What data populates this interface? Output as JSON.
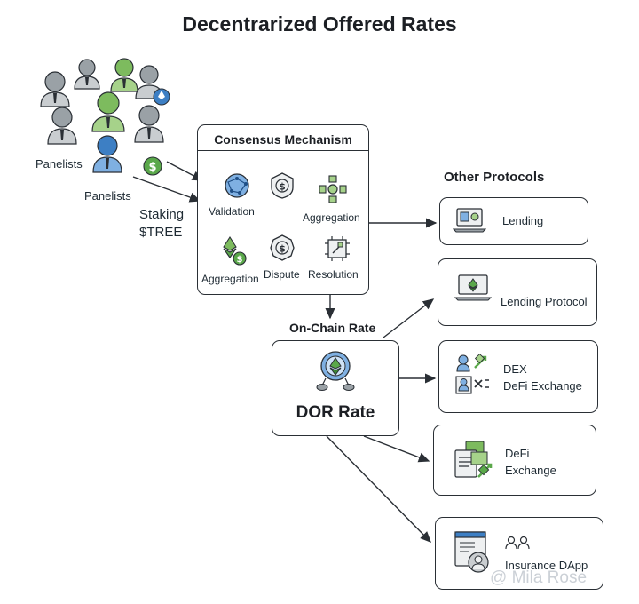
{
  "title": "Decentrarized Offered Rates",
  "panelists": {
    "label_1": "Panelists",
    "label_2": "Panelists"
  },
  "staking": {
    "line_1": "Staking",
    "line_2": "$TREE"
  },
  "consensus": {
    "title": "Consensus Mechanism",
    "items": [
      {
        "label": "Validation",
        "icon": "globe-network-icon"
      },
      {
        "label": "",
        "icon": "dollar-shield-icon"
      },
      {
        "label": "Aggregation",
        "icon": "aggregation-nodes-icon"
      },
      {
        "label": "Aggregation",
        "icon": "ethereum-coin-icon"
      },
      {
        "label": "Dispute",
        "icon": "dispute-dollar-icon"
      },
      {
        "label": "Resolution",
        "icon": "resolution-icon"
      }
    ]
  },
  "onchain": {
    "label": "On-Chain Rate",
    "rate_label": "DOR Rate",
    "icon": "ethereum-network-icon"
  },
  "other_protocols": {
    "title": "Other Protocols"
  },
  "protocols": [
    {
      "line_1": "Lending",
      "line_2": "",
      "icon": "laptop-lending-icon"
    },
    {
      "line_1": "Lending Protocol",
      "line_2": "",
      "icon": "laptop-ethereum-icon"
    },
    {
      "line_1": "DEX",
      "line_2": "DeFi Exchange",
      "icon": "dex-exchange-icon"
    },
    {
      "line_1": "DeFi",
      "line_2": "Exchange",
      "icon": "defi-document-icon"
    },
    {
      "line_1": "Insurance DApp",
      "line_2": "",
      "icon": "insurance-dapp-icon"
    }
  ],
  "watermark": "@ Mila Rose",
  "colors": {
    "green": "#5aa84a",
    "blue": "#3d7fc4",
    "gray": "#7f868c",
    "line": "#2a2f35"
  }
}
